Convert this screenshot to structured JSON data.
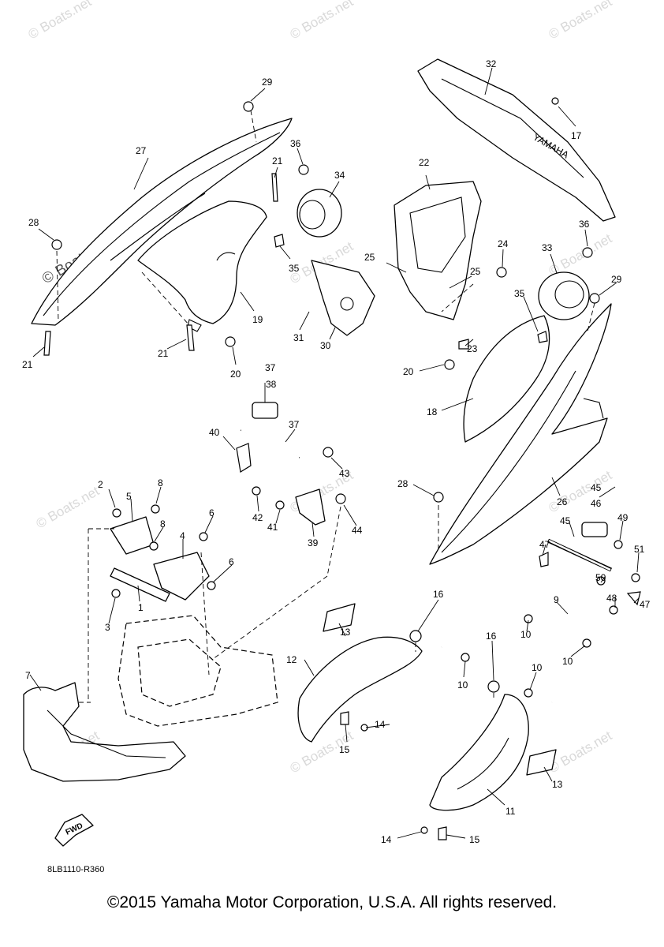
{
  "watermark": {
    "text": "© Boats.net"
  },
  "diagram_code": "8LB1110-R360",
  "fwd_label": "FWD",
  "cover_logo": "YAMAHA",
  "copyright": "©2015 Yamaha Motor Corporation, U.S.A. All rights reserved.",
  "callouts": [
    "1",
    "2",
    "3",
    "4",
    "5",
    "6",
    "6",
    "7",
    "8",
    "8",
    "9",
    "10",
    "10",
    "10",
    "10",
    "11",
    "12",
    "13",
    "13",
    "14",
    "14",
    "15",
    "15",
    "16",
    "16",
    "17",
    "18",
    "19",
    "20",
    "20",
    "21",
    "21",
    "21",
    "22",
    "23",
    "24",
    "25",
    "25",
    "26",
    "27",
    "28",
    "28",
    "29",
    "29",
    "30",
    "31",
    "32",
    "33",
    "34",
    "35",
    "35",
    "36",
    "36",
    "37",
    "37",
    "38",
    "39",
    "40",
    "41",
    "42",
    "43",
    "44",
    "45",
    "45",
    "46",
    "47",
    "47",
    "48",
    "49",
    "50",
    "51"
  ]
}
